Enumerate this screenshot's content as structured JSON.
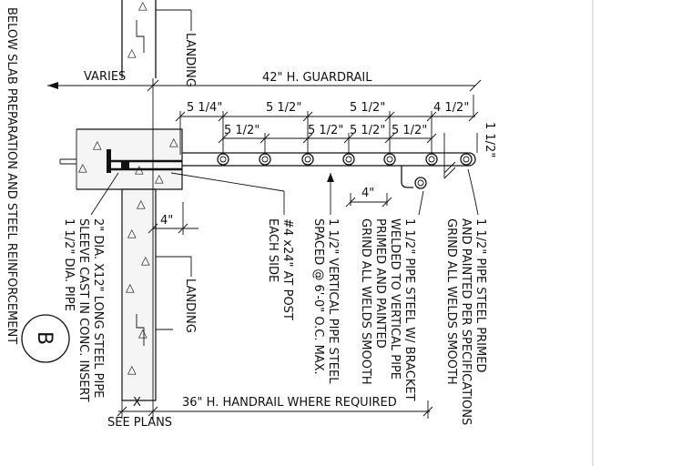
{
  "notes": {
    "side_title": "BELOW SLAB PREPARATION AND STEEL REINFORCEMENT",
    "landing_top": "LANDING",
    "landing_bottom": "LANDING",
    "varies": "VARIES",
    "guardrail": "42\" H. GUARDRAIL",
    "handrail": "36\" H. HANDRAIL WHERE REQUIRED",
    "x_mark": "X",
    "see_plans": "SEE PLANS",
    "detail_letter": "B",
    "sleeve_note": [
      "2\" DIA. X12\" LONG STEEL PIPE",
      "SLEEVE CAST IN CONC. INSERT",
      "1 1/2\" DIA. PIPE"
    ],
    "rebar_note": [
      "#4 x24\" AT POST",
      "EACH SIDE"
    ],
    "vertical_note": [
      "1 1/2\" VERTICAL PIPE STEEL",
      "SPACED @ 6'-0\" O.C. MAX."
    ],
    "bracket_note": [
      "1 1/2\" PIPE STEEL W/ BRACKET",
      "WELDED TO VERTICAL PIPE",
      "PRIMED AND PAINTED",
      "GRIND ALL WELDS SMOOTH"
    ],
    "rail_note": [
      "1 1/2\" PIPE STEEL PRIMED",
      "AND PAINTED PER SPECIFICATIONS",
      "GRIND ALL WELDS SMOOTH"
    ]
  },
  "dimensions": {
    "top_row": [
      "5 1/4\"",
      "5 1/2\"",
      "5 1/2\"",
      "4 1/2\""
    ],
    "mid_row": [
      "5 1/2\"",
      "5 1/2\"",
      "5 1/2\"",
      "5 1/2\""
    ],
    "pipe_size": "1 1/2\"",
    "gap_bottom": "4\"",
    "gap_wall": "4\""
  }
}
